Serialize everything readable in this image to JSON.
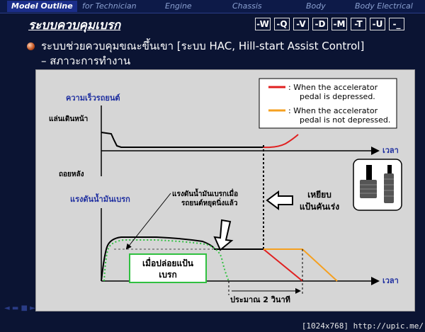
{
  "tabs": [
    {
      "label": "Model Outline",
      "active": true
    },
    {
      "label": "for Technician",
      "active": false
    },
    {
      "label": "Engine",
      "active": false
    },
    {
      "label": "Chassis",
      "active": false
    },
    {
      "label": "Body",
      "active": false
    },
    {
      "label": "Body Electrical",
      "active": false
    }
  ],
  "header": {
    "title": "ระบบควบคุมเบรก",
    "nav_buttons": [
      "-W",
      "-Q",
      "-V",
      "-D",
      "-M",
      "-T",
      "-U",
      "-_"
    ]
  },
  "bullet": {
    "line1": "ระบบช่วยควบคุมขณะขึ้นเขา [ระบบ HAC, Hill-start Assist Control]",
    "line2": "– สภาวะการทำงาน"
  },
  "diagram": {
    "legend": {
      "red_line1": ": When the accelerator",
      "red_line2": "pedal is depressed.",
      "orange_line1": ": When the accelerator",
      "orange_line2": "pedal is not depressed.",
      "red_color": "#e02020",
      "orange_color": "#f5a020"
    },
    "speed_label": "ความเร็วรถยนต์",
    "forward_label": "แล่นเดินหน้า",
    "reverse_label": "ถอยหลัง",
    "time_label_1": "เวลา",
    "pressure_label": "แรงดันน้ำมันเบรก",
    "time_label_2": "เวลา",
    "annotation_pressure_1": "แรงดันน้ำมันเบรกเมื่อ",
    "annotation_pressure_2": "รถยนต์หยุดนิ่งแล้ว",
    "release_label_1": "เมื่อปล่อยแป้น",
    "release_label_2": "เบรก",
    "press_label_1": "เหยียบ",
    "press_label_2": "แป้นคันเร่ง",
    "duration_label": "ประมาณ 2 วินาที"
  },
  "watermark": "[1024x768] http://upic.me/"
}
